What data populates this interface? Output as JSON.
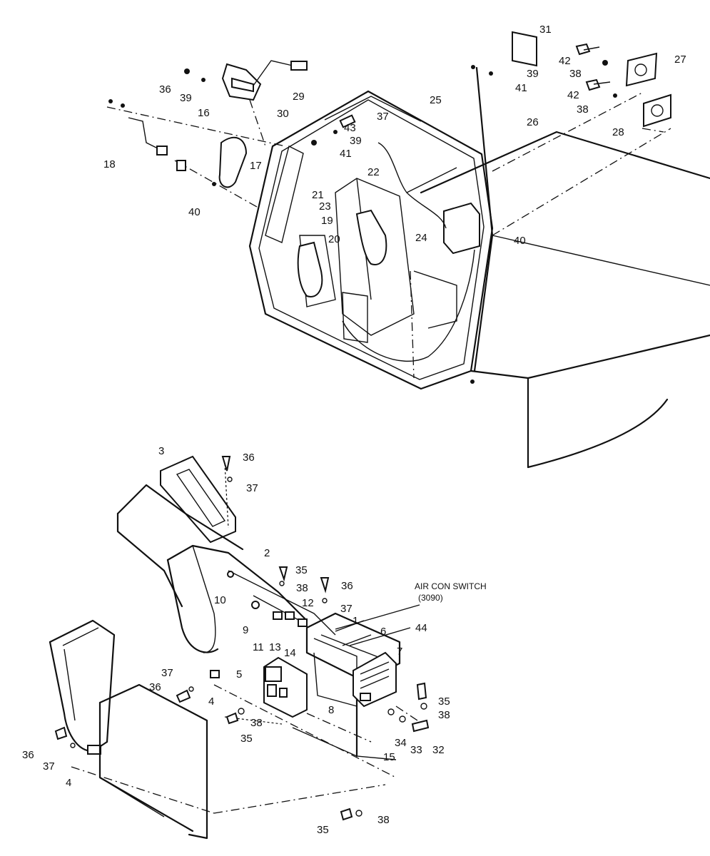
{
  "callouts_upper": [
    "31",
    "42",
    "39",
    "38",
    "27",
    "41",
    "42",
    "38",
    "28",
    "36",
    "39",
    "16",
    "29",
    "25",
    "37",
    "43",
    "26",
    "30",
    "39",
    "41",
    "18",
    "17",
    "22",
    "21",
    "23",
    "19",
    "40",
    "20",
    "24",
    "40"
  ],
  "callouts_lower": [
    "3",
    "36",
    "37",
    "2",
    "35",
    "38",
    "36",
    "10",
    "12",
    "37",
    "1",
    "9",
    "6",
    "44",
    "11",
    "13",
    "14",
    "7",
    "37",
    "36",
    "4",
    "5",
    "8",
    "35",
    "38",
    "35",
    "38",
    "34",
    "33",
    "32",
    "15",
    "36",
    "37",
    "4",
    "35",
    "38"
  ],
  "note": {
    "line1": "AIR CON SWITCH",
    "line2": "(3090)"
  }
}
